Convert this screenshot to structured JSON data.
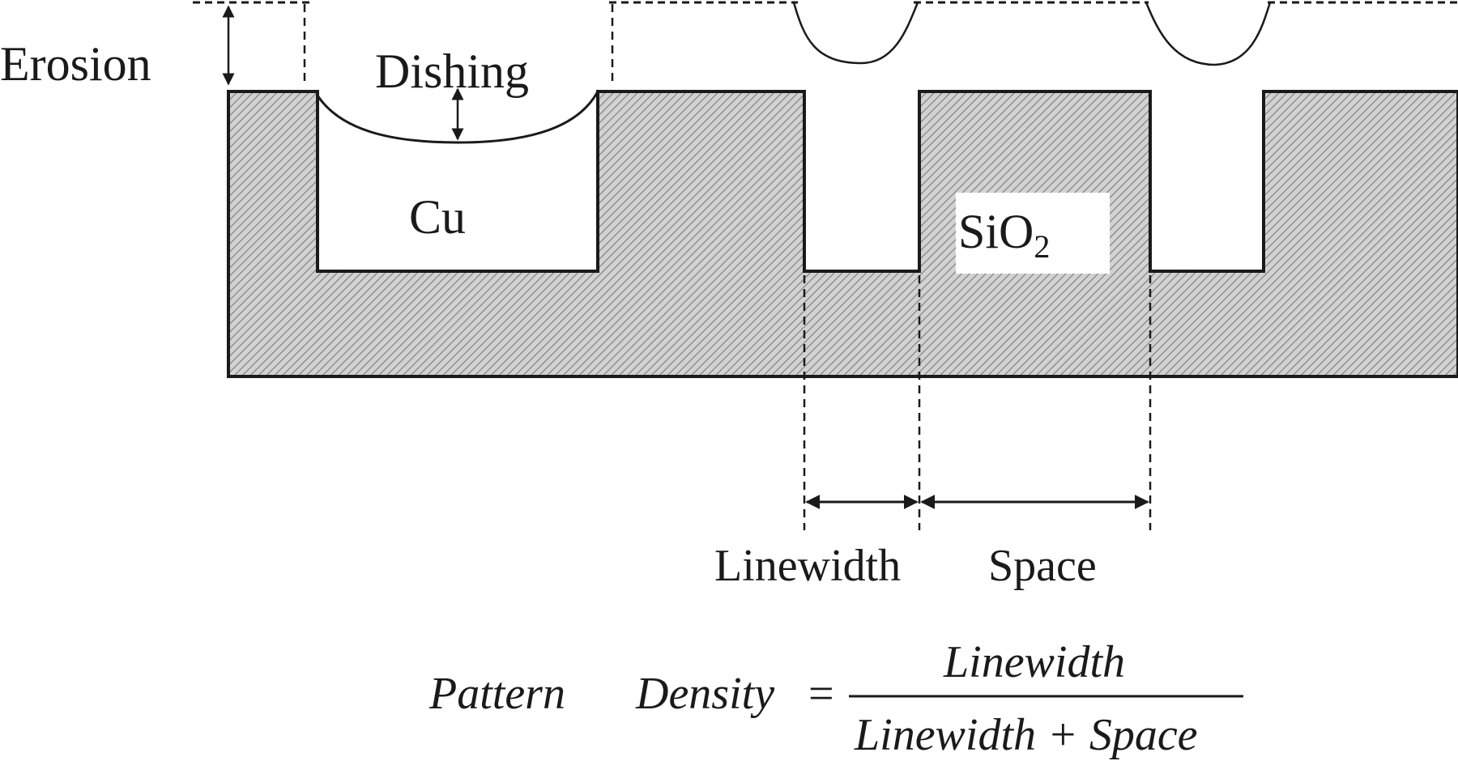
{
  "labels": {
    "erosion": "Erosion",
    "dishing": "Dishing",
    "cu": "Cu",
    "sio2_main": "SiO",
    "sio2_sub": "2",
    "linewidth": "Linewidth",
    "space": "Space"
  },
  "formula": {
    "lhs_word1": "Pattern",
    "lhs_word2": "Density",
    "equals": "=",
    "numerator": "Linewidth",
    "denominator": "Linewidth + Space"
  },
  "colors": {
    "ink": "#1a1a1a",
    "hatch_fill": "#d2d2d2",
    "hatch_line": "#7a7a7a"
  }
}
